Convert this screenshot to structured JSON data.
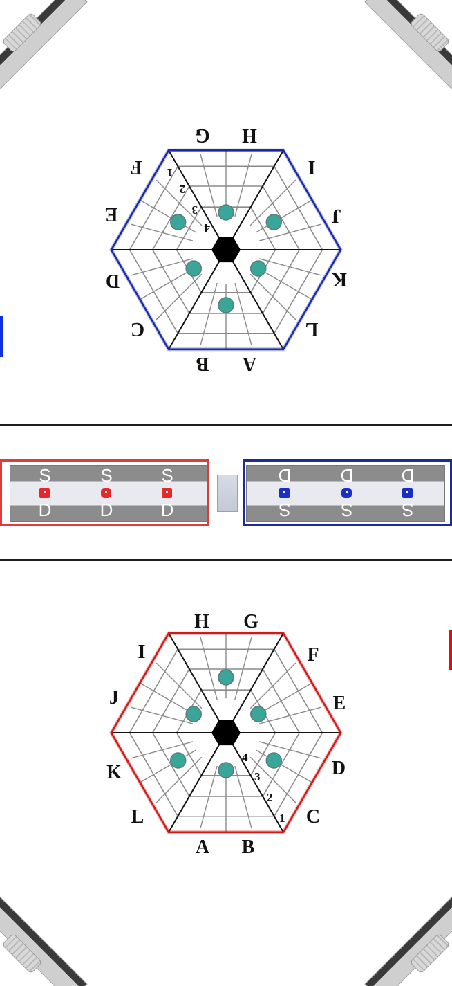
{
  "colors": {
    "background": "#ffffff",
    "blue": "#1a2aa8",
    "red": "#d01a1a",
    "peg": "#3aa69a",
    "center": "#000000",
    "grid": "#8a8a8a"
  },
  "top_board": {
    "team": "blue",
    "labels": [
      "A",
      "B",
      "C",
      "D",
      "E",
      "F",
      "G",
      "H",
      "I",
      "J",
      "K",
      "L"
    ],
    "rings": [
      "1",
      "2",
      "3",
      "4"
    ]
  },
  "bottom_board": {
    "team": "red",
    "labels": [
      "A",
      "B",
      "C",
      "D",
      "E",
      "F",
      "G",
      "H",
      "I",
      "J",
      "K",
      "L"
    ],
    "rings": [
      "1",
      "2",
      "3",
      "4"
    ]
  },
  "red_lane": {
    "top_letters": [
      "S",
      "S",
      "S"
    ],
    "bottom_letters": [
      "D",
      "D",
      "D"
    ]
  },
  "blue_lane": {
    "top_letters": [
      "D",
      "D",
      "D"
    ],
    "bottom_letters": [
      "S",
      "S",
      "S"
    ]
  }
}
